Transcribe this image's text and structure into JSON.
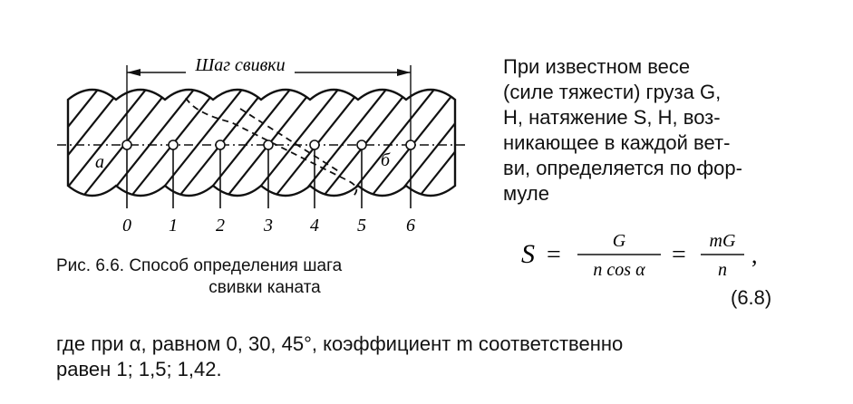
{
  "figure": {
    "lay_label": "Шаг свивки",
    "label_a": "а",
    "label_b": "б",
    "tick_labels": [
      "0",
      "1",
      "2",
      "3",
      "4",
      "5",
      "6"
    ]
  },
  "caption": {
    "line1": "Рис. 6.6. Способ определения шага",
    "line2": "свивки каната"
  },
  "paragraph": {
    "line1": "При известном весе",
    "line2": "(силе тяжести) груза G,",
    "line3": "Н, натяжение S, Н, воз-",
    "line4": "никающее в каждой вет-",
    "line5": "ви, определяется по фор-",
    "line6": "муле"
  },
  "formula": {
    "lhs": "S",
    "eq1": "=",
    "num1": "G",
    "den1": "n cos α",
    "eq2": "=",
    "num2": "mG",
    "den2": "n",
    "tail": ","
  },
  "equation_number": "(6.8)",
  "bottom": {
    "line1": "где при α, равном 0, 30, 45°, коэффициент m соответственно",
    "line2": "равен 1; 1,5; 1,42."
  }
}
